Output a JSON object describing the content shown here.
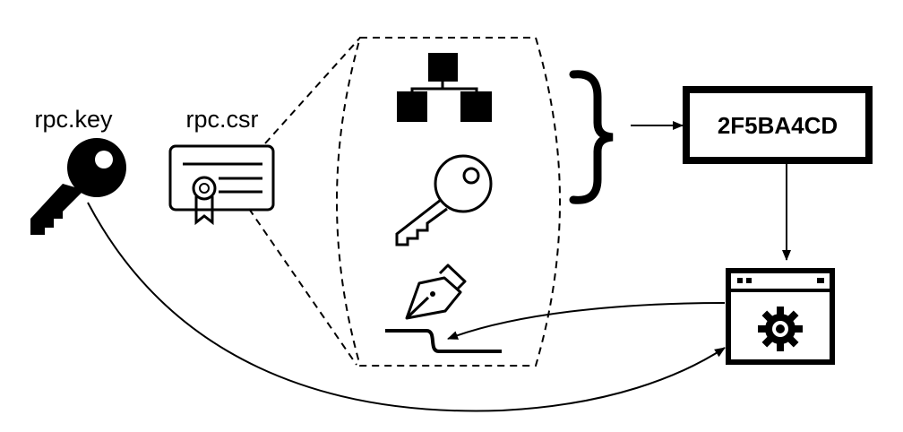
{
  "labels": {
    "private_key_file": "rpc.key",
    "csr_file": "rpc.csr"
  },
  "hash": {
    "value": "2F5BA4CD"
  },
  "icons": {
    "private_key": "key-icon",
    "csr": "certificate-icon",
    "subject": "hierarchy-icon",
    "public_key": "key-outline-icon",
    "signature": "pen-signature-icon",
    "signing_app": "gear-window-icon"
  },
  "colors": {
    "stroke": "#000000",
    "background": "#ffffff"
  }
}
